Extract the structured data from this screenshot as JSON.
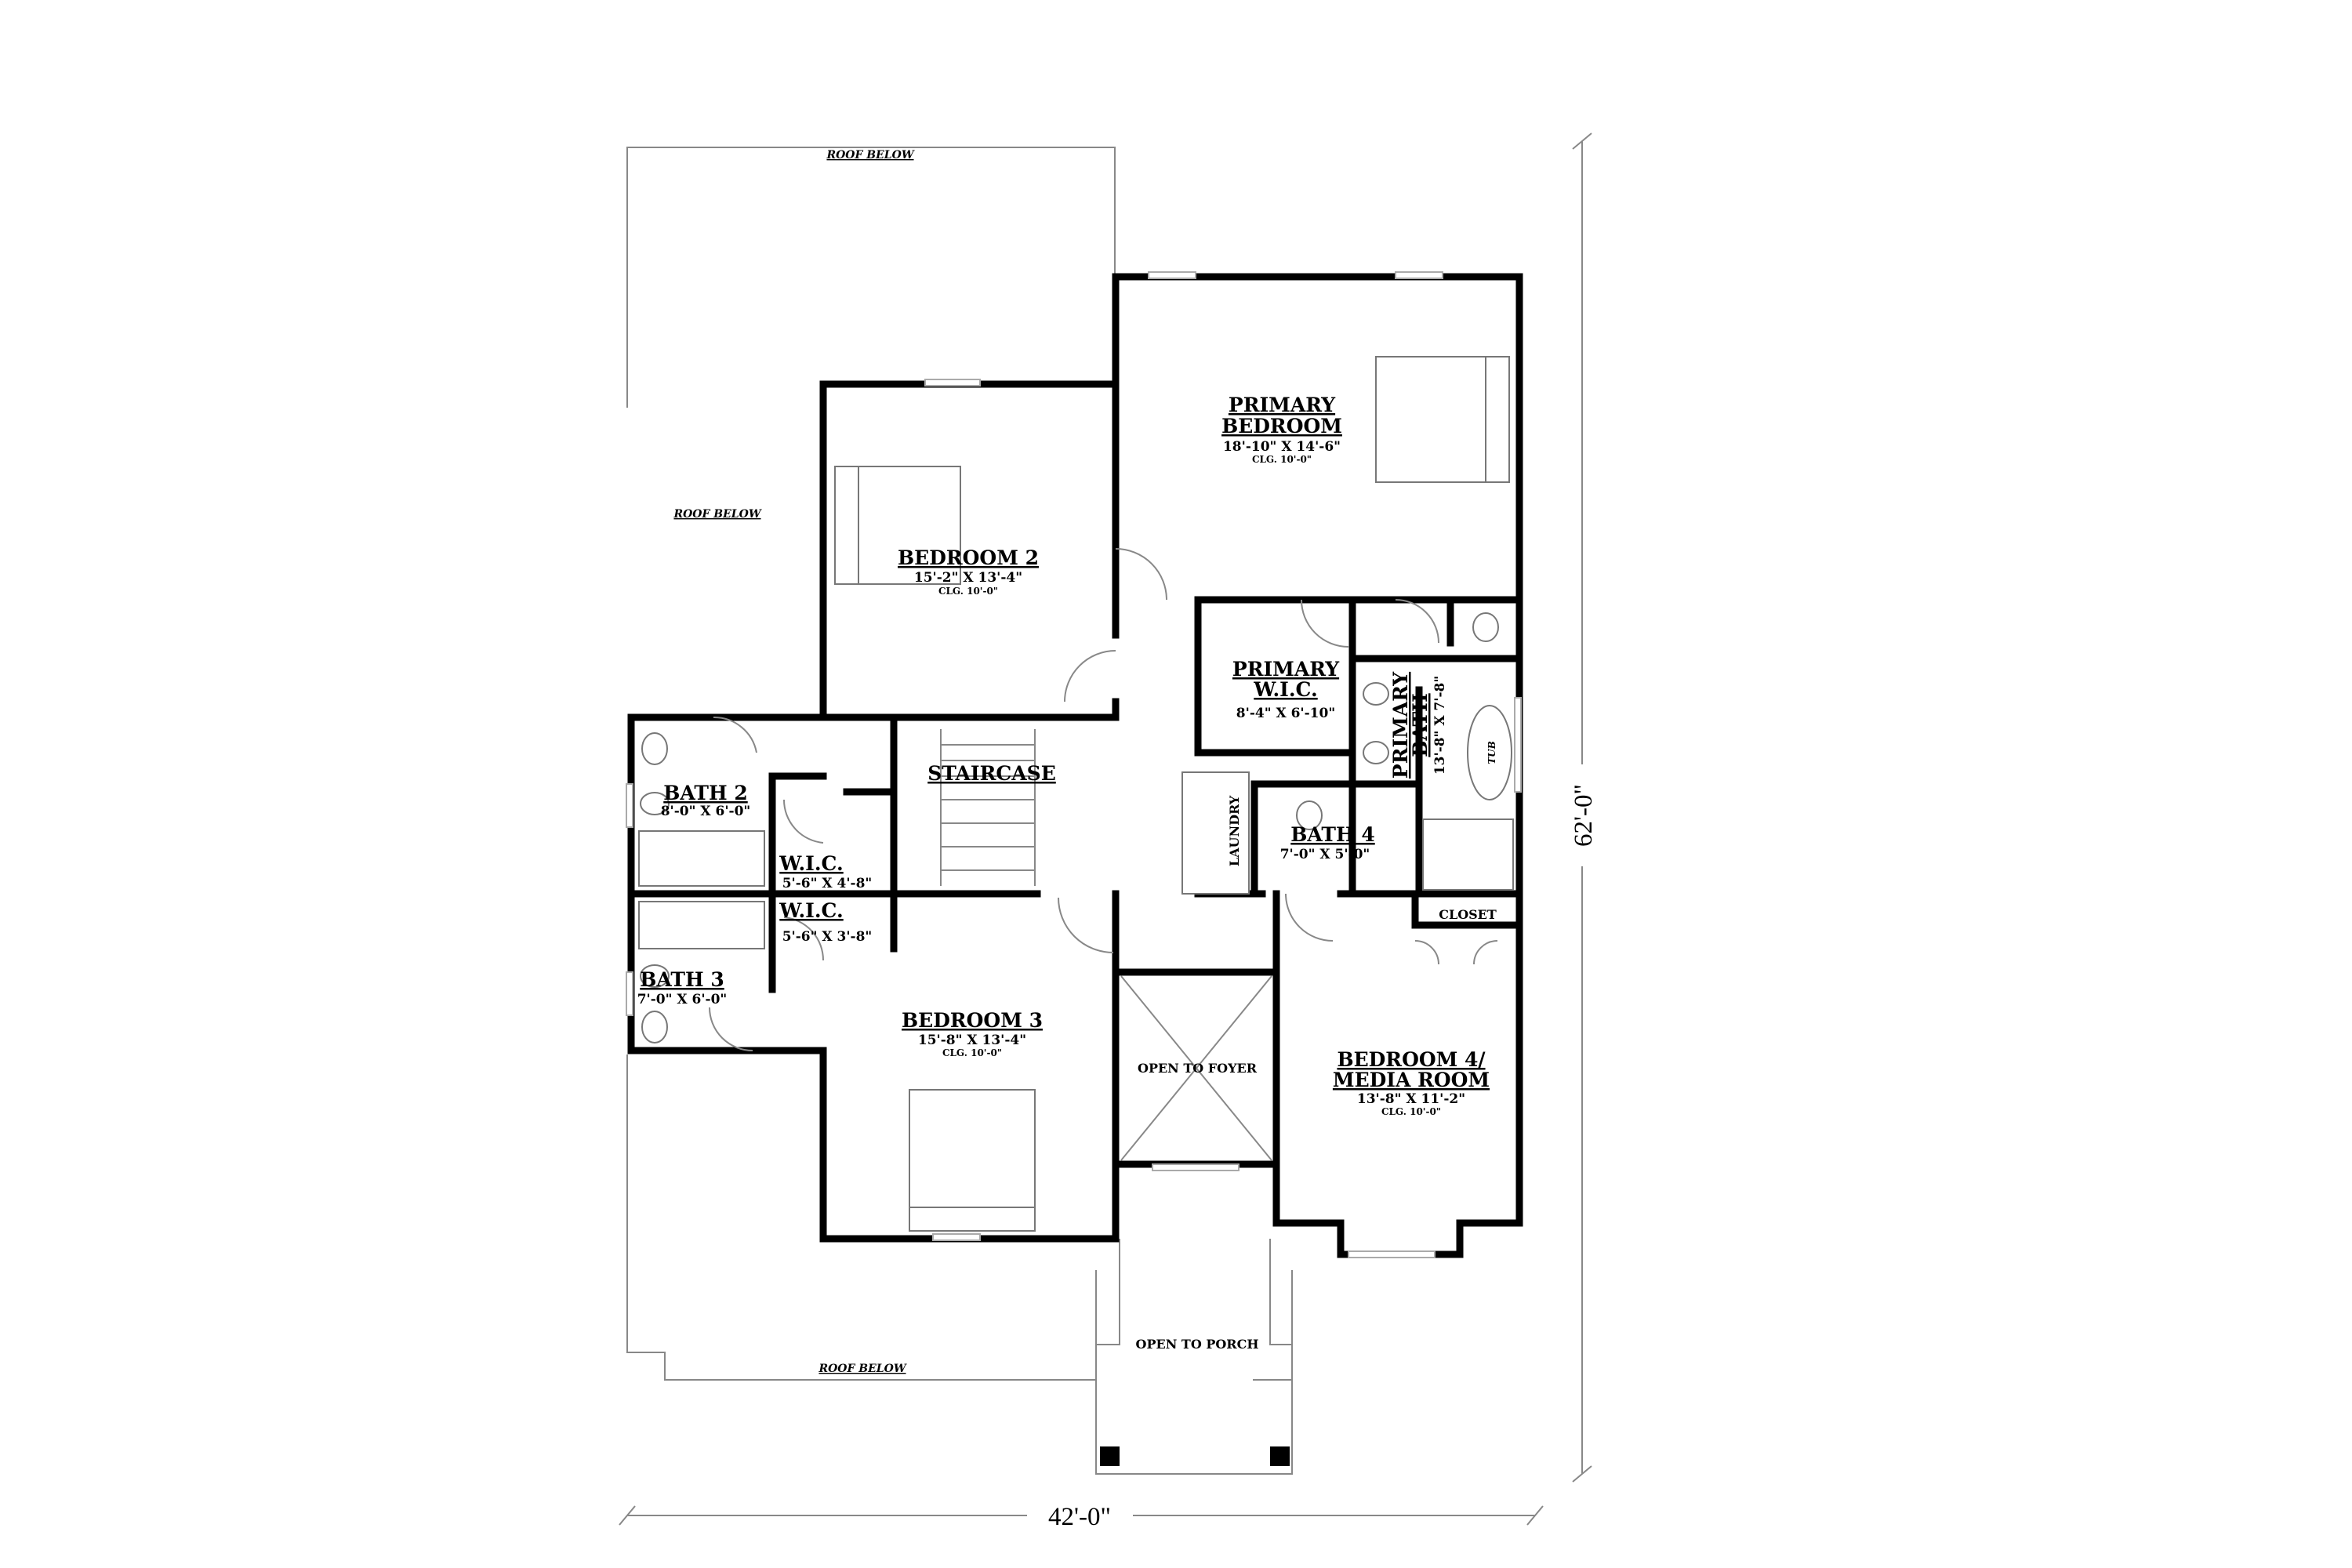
{
  "labels": {
    "roof_top": "ROOF BELOW",
    "roof_left": "ROOF BELOW",
    "roof_bottom": "ROOF BELOW",
    "open_foyer": "OPEN TO FOYER",
    "open_porch": "OPEN TO PORCH",
    "tub": "TUB",
    "laundry": "LAUNDRY",
    "closet": "CLOSET"
  },
  "rooms": {
    "primary_bedroom": {
      "name_line1": "PRIMARY",
      "name_line2": "BEDROOM",
      "dims": "18'-10\" X 14'-6\"",
      "clg": "CLG. 10'-0\""
    },
    "bedroom2": {
      "name": "BEDROOM 2",
      "dims": "15'-2\" X 13'-4\"",
      "clg": "CLG. 10'-0\""
    },
    "primary_wic": {
      "name_line1": "PRIMARY",
      "name_line2": "W.I.C.",
      "dims": "8'-4\" X 6'-10\""
    },
    "primary_bath": {
      "name_line1": "PRIMARY",
      "name_line2": "BATH",
      "dims": "13'-8\" X 7'-8\""
    },
    "staircase": {
      "name": "STAIRCASE"
    },
    "bath2": {
      "name": "BATH 2",
      "dims": "8'-0\" X 6'-0\""
    },
    "wic1": {
      "name": "W.I.C.",
      "dims": "5'-6\" X 4'-8\""
    },
    "wic2": {
      "name": "W.I.C.",
      "dims": "5'-6\" X 3'-8\""
    },
    "bath3": {
      "name": "BATH 3",
      "dims": "7'-0\" X 6'-0\""
    },
    "bath4": {
      "name": "BATH 4",
      "dims": "7'-0\" X 5'-0\""
    },
    "bedroom3": {
      "name": "BEDROOM 3",
      "dims": "15'-8\" X 13'-4\"",
      "clg": "CLG. 10'-0\""
    },
    "bedroom4": {
      "name_line1": "BEDROOM  4/",
      "name_line2": "MEDIA ROOM",
      "dims": "13'-8\" X 11'-2\"",
      "clg": "CLG. 10'-0\""
    }
  },
  "dimensions": {
    "width": "42'-0\"",
    "depth": "62'-0\""
  }
}
